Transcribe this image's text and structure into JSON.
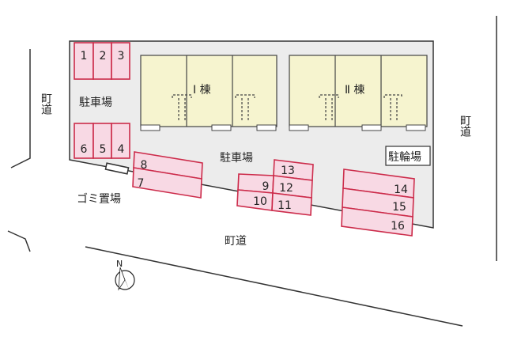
{
  "colors": {
    "lot": "#ececec",
    "lot_border": "#333333",
    "building": "#f6f4cf",
    "space_fill": "#f8d9e4",
    "space_border": "#cc2b4a",
    "road_line": "#333333"
  },
  "labels": {
    "road_left": "町道",
    "road_right": "町道",
    "road_bottom": "町道",
    "parking_left": "駐車場",
    "parking_center": "駐車場",
    "garbage": "ゴミ置場",
    "bicycle": "駐輪場",
    "building_1": "Ⅰ 棟",
    "building_2": "Ⅱ 棟",
    "north": "N"
  },
  "parking_spaces": [
    "1",
    "2",
    "3",
    "4",
    "5",
    "6",
    "7",
    "8",
    "9",
    "10",
    "11",
    "12",
    "13",
    "14",
    "15",
    "16"
  ]
}
